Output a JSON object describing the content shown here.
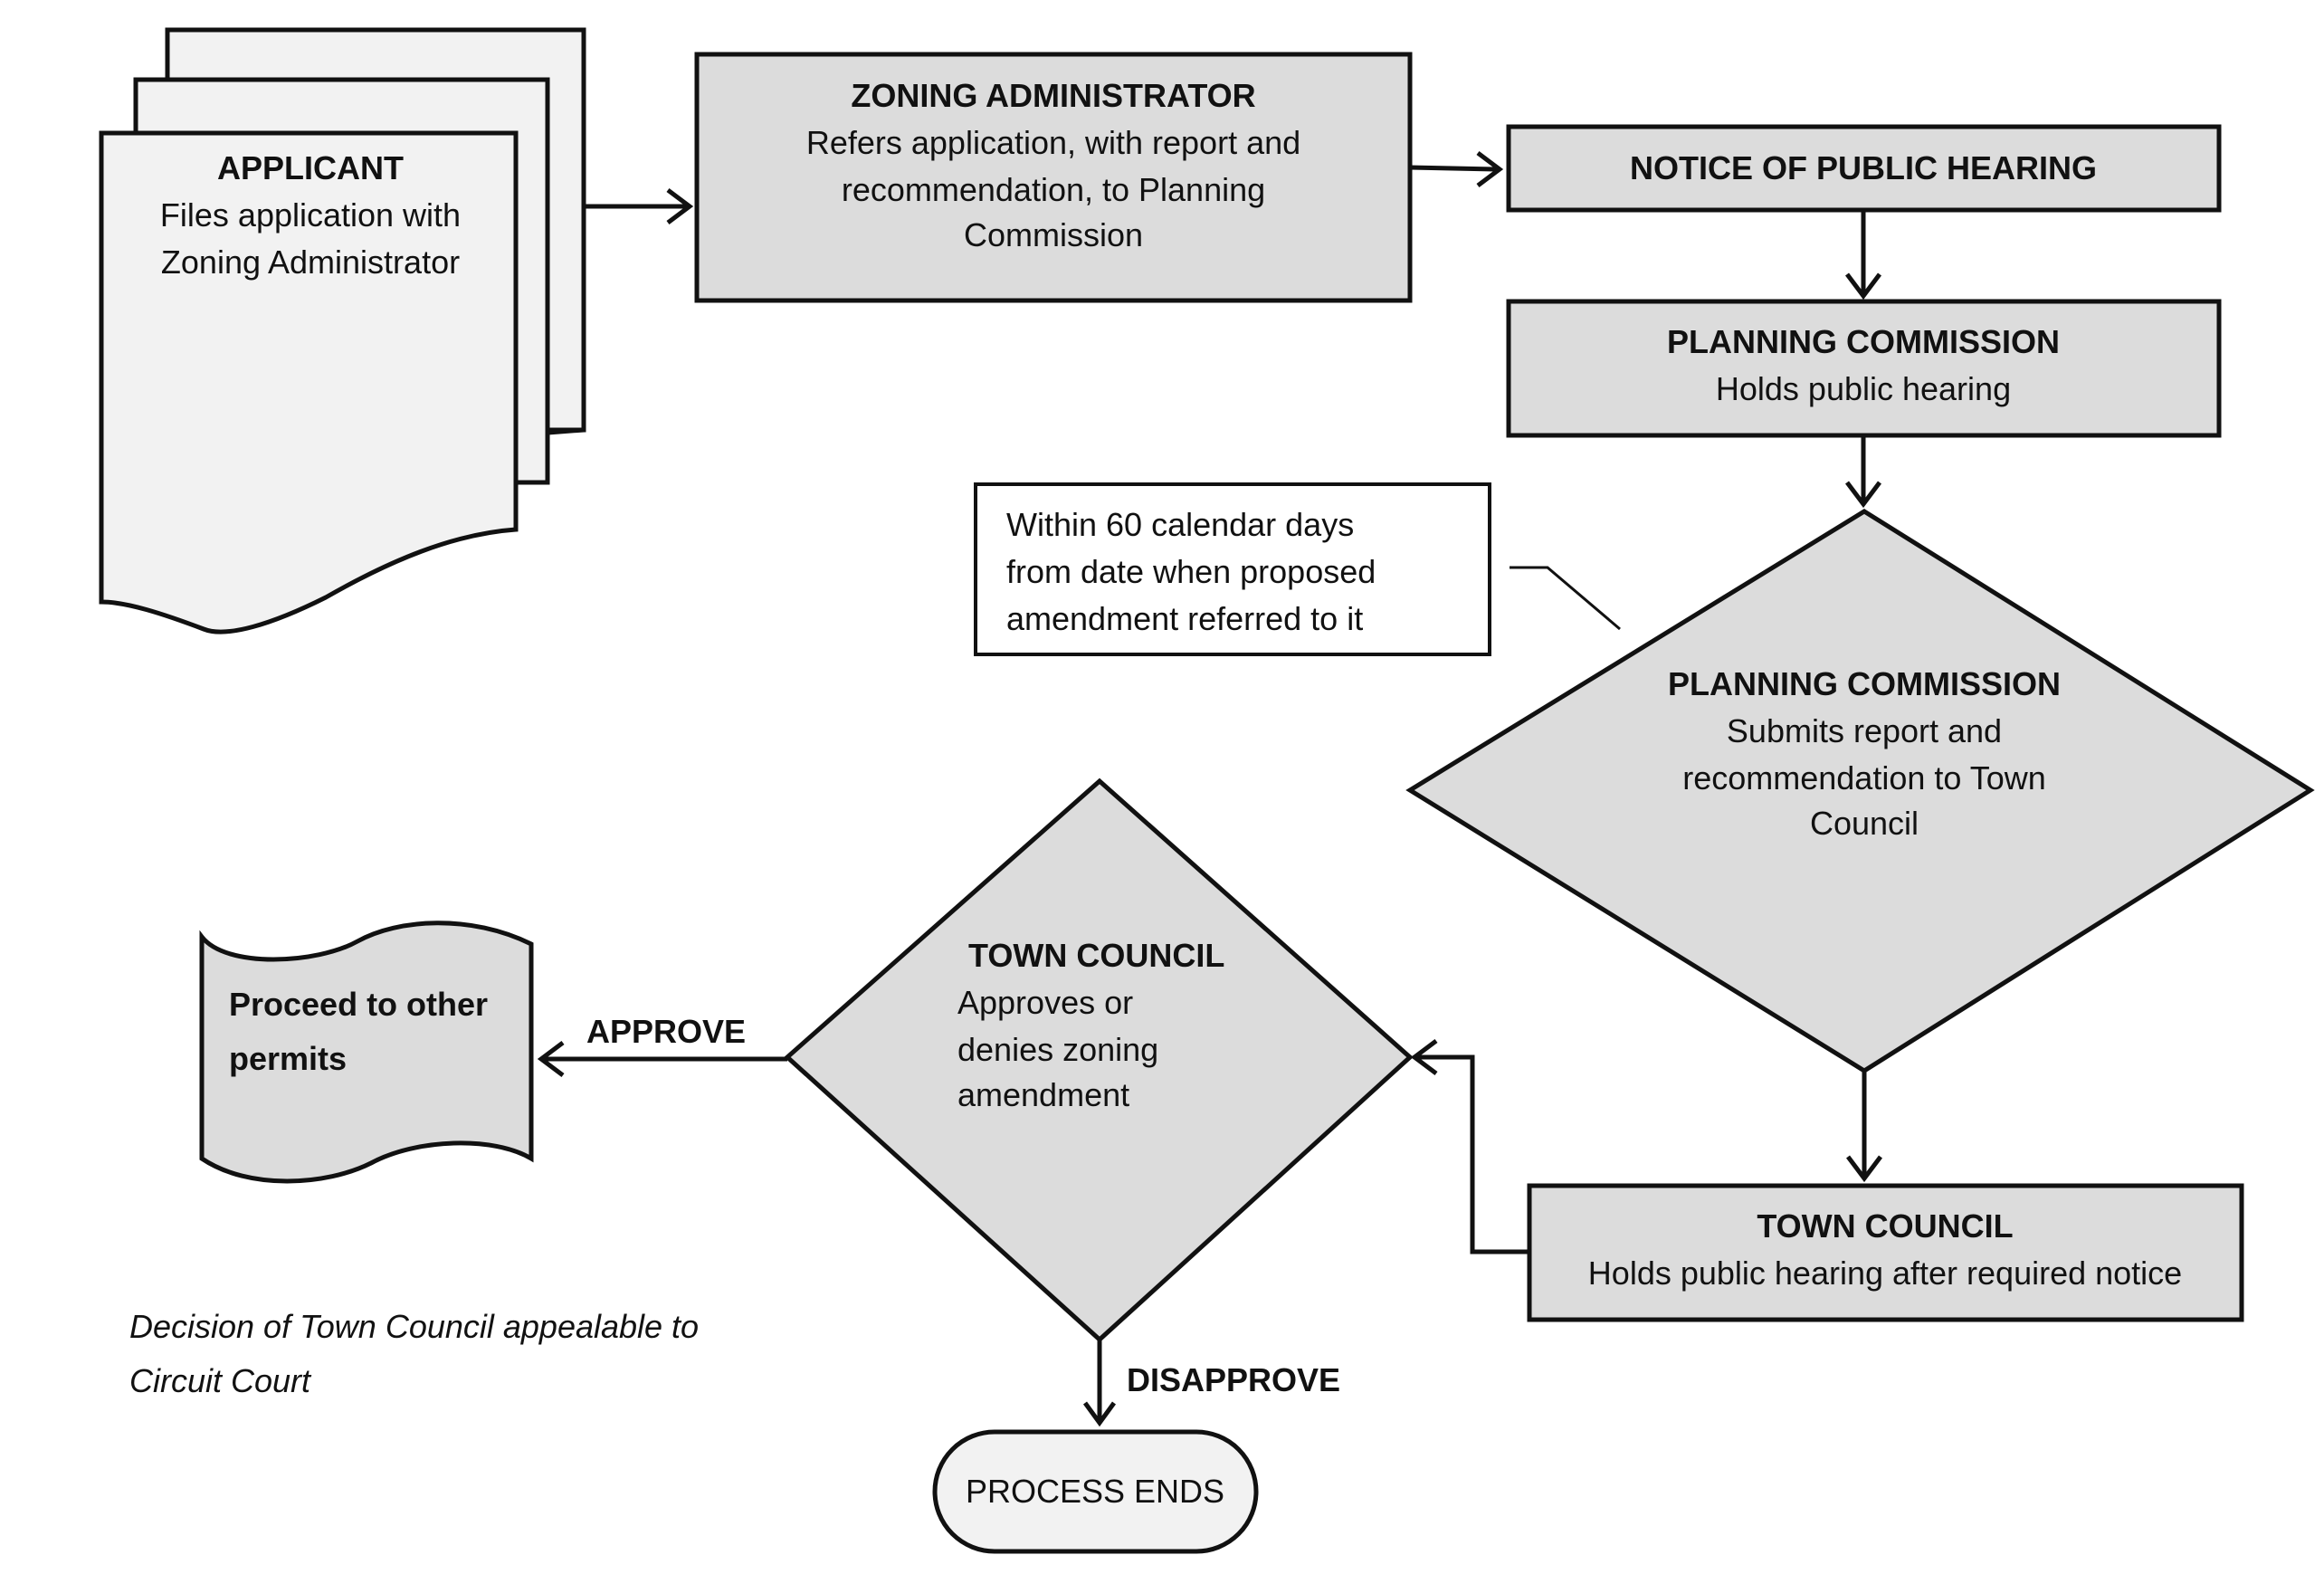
{
  "applicant": {
    "title": "APPLICANT",
    "lines": [
      "Files application with",
      "Zoning Administrator"
    ]
  },
  "zoning_admin": {
    "title": "ZONING ADMINISTRATOR",
    "lines": [
      "Refers application, with report and",
      "recommendation, to Planning",
      "Commission"
    ]
  },
  "notice": {
    "title": "NOTICE OF PUBLIC HEARING"
  },
  "planning_hearing": {
    "title": "PLANNING COMMISSION",
    "lines": [
      "Holds public hearing"
    ]
  },
  "deadline_note": {
    "lines": [
      "Within 60 calendar days",
      "from date when proposed",
      "amendment referred to it"
    ]
  },
  "planning_report": {
    "title": "PLANNING COMMISSION",
    "lines": [
      "Submits report and",
      "recommendation to Town",
      "Council"
    ]
  },
  "council_hearing": {
    "title": "TOWN COUNCIL",
    "lines": [
      "Holds public hearing after required notice"
    ]
  },
  "council_decision": {
    "title": "TOWN COUNCIL",
    "lines": [
      "Approves or",
      "denies zoning",
      "amendment"
    ]
  },
  "approve_label": "APPROVE",
  "disapprove_label": "DISAPPROVE",
  "other_permits": {
    "lines": [
      "Proceed to other",
      "permits"
    ]
  },
  "process_ends": "PROCESS ENDS",
  "appeal_note": {
    "lines": [
      "Decision of Town Council appealable to",
      "Circuit Court"
    ]
  }
}
